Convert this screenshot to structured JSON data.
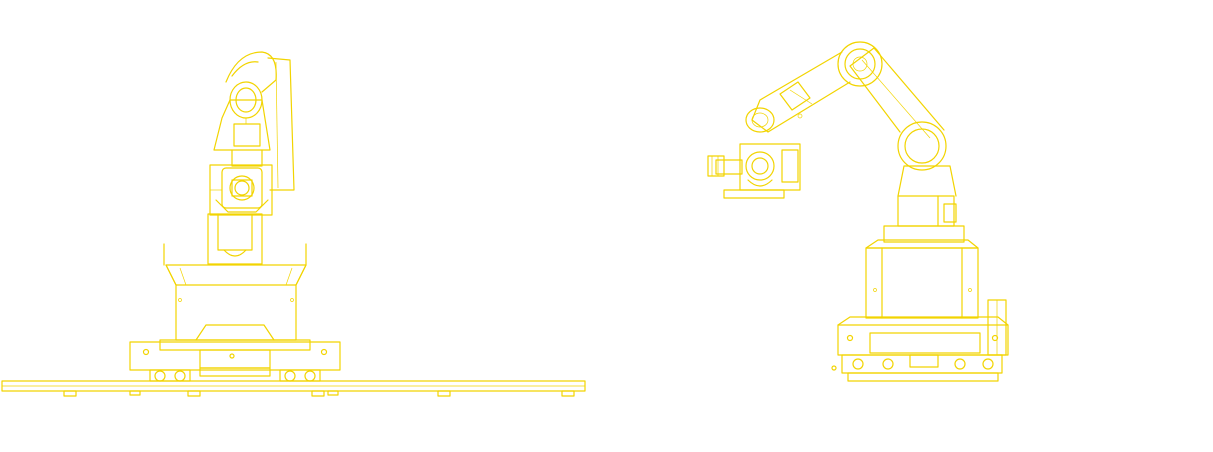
{
  "diagram": {
    "stroke_color": "#F2D400",
    "background_color": "#FFFFFF",
    "views": [
      {
        "id": "front-view",
        "subject": "robot-arm-on-track-dolly-front"
      },
      {
        "id": "side-view",
        "subject": "robot-arm-on-track-dolly-side"
      }
    ]
  }
}
